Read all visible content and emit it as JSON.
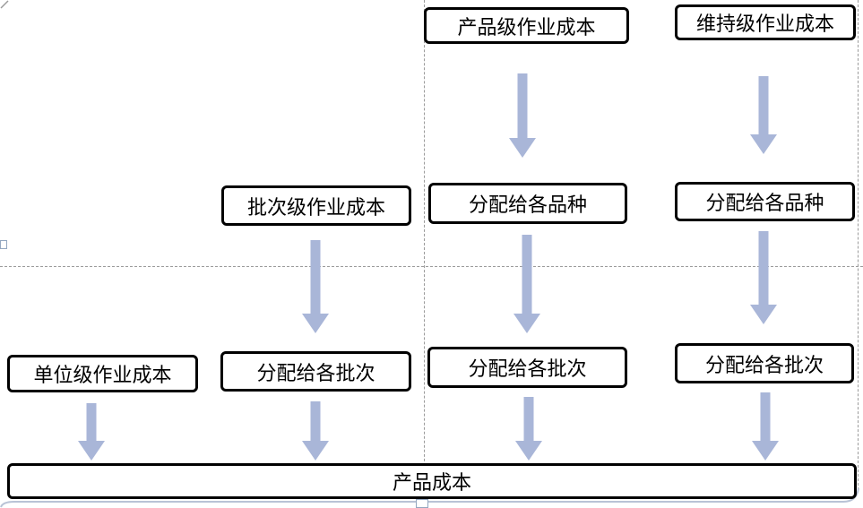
{
  "diagram": {
    "type": "flowchart",
    "description": "activity-based-costing-allocation-flow",
    "nodes": [
      {
        "id": "product-level-activity-cost",
        "label": "产品级作业成本"
      },
      {
        "id": "sustaining-level-activity-cost",
        "label": "维持级作业成本"
      },
      {
        "id": "batch-level-activity-cost",
        "label": "批次级作业成本"
      },
      {
        "id": "allocate-to-varieties-mid",
        "label": "分配给各品种"
      },
      {
        "id": "allocate-to-varieties-right",
        "label": "分配给各品种"
      },
      {
        "id": "unit-level-activity-cost",
        "label": "单位级作业成本"
      },
      {
        "id": "allocate-to-batches-left",
        "label": "分配给各批次"
      },
      {
        "id": "allocate-to-batches-mid",
        "label": "分配给各批次"
      },
      {
        "id": "allocate-to-batches-right",
        "label": "分配给各批次"
      },
      {
        "id": "product-cost",
        "label": "产品成本"
      }
    ],
    "edges": [
      {
        "from": "product-level-activity-cost",
        "to": "allocate-to-varieties-mid"
      },
      {
        "from": "sustaining-level-activity-cost",
        "to": "allocate-to-varieties-right"
      },
      {
        "from": "batch-level-activity-cost",
        "to": "allocate-to-batches-left"
      },
      {
        "from": "allocate-to-varieties-mid",
        "to": "allocate-to-batches-mid"
      },
      {
        "from": "allocate-to-varieties-right",
        "to": "allocate-to-batches-right"
      },
      {
        "from": "unit-level-activity-cost",
        "to": "product-cost"
      },
      {
        "from": "allocate-to-batches-left",
        "to": "product-cost"
      },
      {
        "from": "allocate-to-batches-mid",
        "to": "product-cost"
      },
      {
        "from": "allocate-to-batches-right",
        "to": "product-cost"
      }
    ],
    "colors": {
      "arrow_fill": "#a9b6d8",
      "box_border": "#000000",
      "gridline": "#9b9b9b",
      "canvas_frame": "#b9c3d6"
    }
  }
}
